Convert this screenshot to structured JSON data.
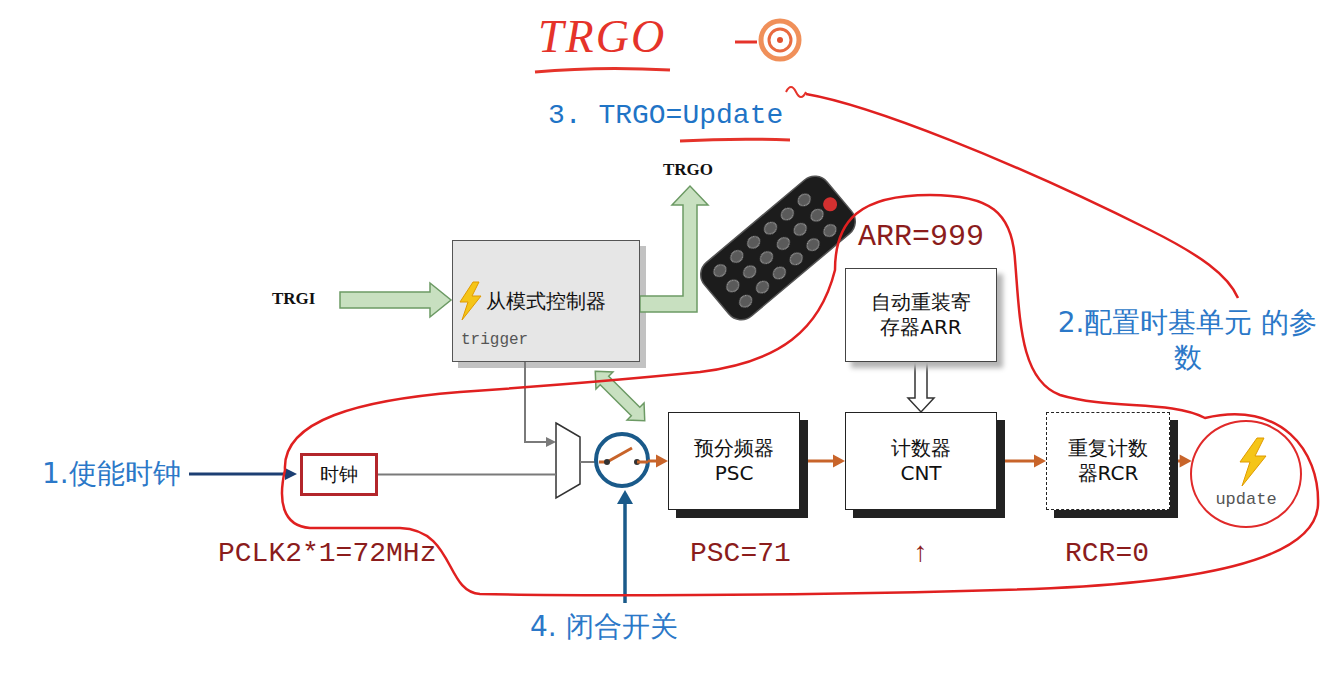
{
  "diagram": {
    "nodes": [
      {
        "text": [
          "从模式控制器",
          "trigger"
        ]
      },
      {
        "text": [
          "自动重装寄存器ARR"
        ]
      },
      {
        "text": [
          "时钟"
        ]
      },
      {
        "text": [
          "预分频器 PSC"
        ]
      },
      {
        "text": [
          "计数器 CNT"
        ]
      },
      {
        "text": [
          "重复计数器RCR"
        ]
      },
      {
        "text": [
          "update"
        ]
      }
    ],
    "edges": [
      {
        "from": 2,
        "to": 3,
        "arrow": "to"
      },
      {
        "from": 1,
        "to": 4,
        "arrow": "to"
      },
      {
        "from": 3,
        "to": 4,
        "arrow": "to"
      },
      {
        "from": 4,
        "to": 5,
        "arrow": "to"
      },
      {
        "from": 5,
        "to": 6,
        "arrow": "to"
      }
    ],
    "labels": [
      "TRGO",
      "3. TRGO=Update",
      "TRGO",
      "TRGI",
      "ARR=999",
      "2.配置时基单元 的参数",
      "1.使能时钟",
      "PCLK2*1=72MHz",
      "PSC=71",
      "↑",
      "RCR=0",
      "4. 闭合开关"
    ]
  }
}
